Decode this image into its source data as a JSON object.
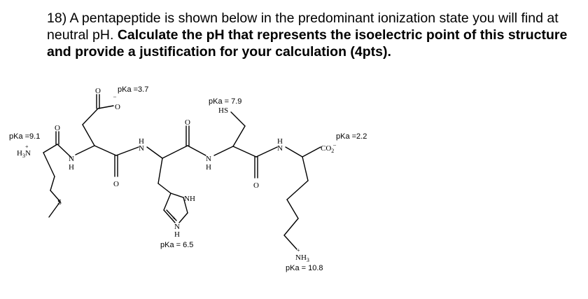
{
  "question": {
    "number_and_intro": "18) A pentapeptide is shown below in the predominant ionization state you will find at neutral pH. ",
    "bold_task": "Calculate the pH that represents the isoelectric point of this structure and provide a justification for your calculation",
    "points": " (4pts)."
  },
  "structure": {
    "pka_n_terminus": "pKa =9.1",
    "pka_asp_side_chain": "pKa =3.7",
    "pka_cys_side_chain": "pKa = 7.9",
    "pka_c_terminus": "pKa =2.2",
    "pka_his_side_chain": "pKa = 6.5",
    "pka_lys_side_chain": "pKa = 10.8",
    "atom_n_terminal_amine": "H3N",
    "atom_thioether_s": "S",
    "atom_thiol": "HS",
    "atom_carboxylate": "CO2",
    "atom_imidazole_nh": "NH",
    "atom_lys_amine": "NH3",
    "atom_oxygen": "O",
    "atom_nitrogen": "N",
    "atom_hydrogen": "H"
  }
}
